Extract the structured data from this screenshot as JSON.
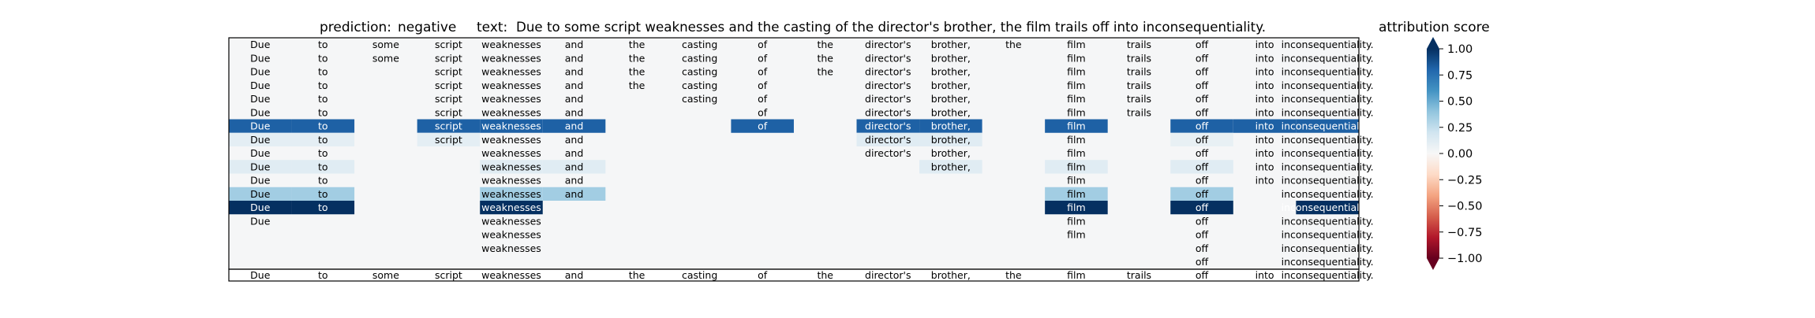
{
  "header": {
    "prediction_label": "prediction:",
    "prediction_value": "negative",
    "text_label": "text:",
    "text_value": "Due to some script weaknesses and the casting of the director's brother, the film trails off into inconsequentiality."
  },
  "chart_data": {
    "type": "heatmap",
    "tokens": [
      "Due",
      "to",
      "some",
      "script",
      "weaknesses",
      "and",
      "the",
      "casting",
      "of",
      "the",
      "director's",
      "brother,",
      "the",
      "film",
      "trails",
      "off",
      "into",
      "inconsequentiality."
    ],
    "rows": [
      [
        "Due",
        "to",
        "some",
        "script",
        "weaknesses",
        "and",
        "the",
        "casting",
        "of",
        "the",
        "director's",
        "brother,",
        "the",
        "film",
        "trails",
        "off",
        "into",
        "inconsequentiality."
      ],
      [
        "Due",
        "to",
        "some",
        "script",
        "weaknesses",
        "and",
        "the",
        "casting",
        "of",
        "the",
        "director's",
        "brother,",
        "",
        "film",
        "trails",
        "off",
        "into",
        "inconsequentiality."
      ],
      [
        "Due",
        "to",
        "",
        "script",
        "weaknesses",
        "and",
        "the",
        "casting",
        "of",
        "the",
        "director's",
        "brother,",
        "",
        "film",
        "trails",
        "off",
        "into",
        "inconsequentiality."
      ],
      [
        "Due",
        "to",
        "",
        "script",
        "weaknesses",
        "and",
        "the",
        "casting",
        "of",
        "",
        "director's",
        "brother,",
        "",
        "film",
        "trails",
        "off",
        "into",
        "inconsequentiality."
      ],
      [
        "Due",
        "to",
        "",
        "script",
        "weaknesses",
        "and",
        "",
        "casting",
        "of",
        "",
        "director's",
        "brother,",
        "",
        "film",
        "trails",
        "off",
        "into",
        "inconsequentiality."
      ],
      [
        "Due",
        "to",
        "",
        "script",
        "weaknesses",
        "and",
        "",
        "",
        "of",
        "",
        "director's",
        "brother,",
        "",
        "film",
        "trails",
        "off",
        "into",
        "inconsequentiality."
      ],
      [
        "Due",
        "to",
        "",
        "script",
        "weaknesses",
        "and",
        "",
        "",
        "of",
        "",
        "director's",
        "brother,",
        "",
        "film",
        "",
        "off",
        "into",
        "inconsequentiality."
      ],
      [
        "Due",
        "to",
        "",
        "script",
        "weaknesses",
        "and",
        "",
        "",
        "",
        "",
        "director's",
        "brother,",
        "",
        "film",
        "",
        "off",
        "into",
        "inconsequentiality."
      ],
      [
        "Due",
        "to",
        "",
        "",
        "weaknesses",
        "and",
        "",
        "",
        "",
        "",
        "director's",
        "brother,",
        "",
        "film",
        "",
        "off",
        "into",
        "inconsequentiality."
      ],
      [
        "Due",
        "to",
        "",
        "",
        "weaknesses",
        "and",
        "",
        "",
        "",
        "",
        "",
        "brother,",
        "",
        "film",
        "",
        "off",
        "into",
        "inconsequentiality."
      ],
      [
        "Due",
        "to",
        "",
        "",
        "weaknesses",
        "and",
        "",
        "",
        "",
        "",
        "",
        "",
        "",
        "film",
        "",
        "off",
        "into",
        "inconsequentiality."
      ],
      [
        "Due",
        "to",
        "",
        "",
        "weaknesses",
        "and",
        "",
        "",
        "",
        "",
        "",
        "",
        "",
        "film",
        "",
        "off",
        "",
        "inconsequentiality."
      ],
      [
        "Due",
        "to",
        "",
        "",
        "weaknesses",
        "",
        "",
        "",
        "",
        "",
        "",
        "",
        "",
        "film",
        "",
        "off",
        "",
        "inconsequentiality."
      ],
      [
        "Due",
        "",
        "",
        "",
        "weaknesses",
        "",
        "",
        "",
        "",
        "",
        "",
        "",
        "",
        "film",
        "",
        "off",
        "",
        "inconsequentiality."
      ],
      [
        "",
        "",
        "",
        "",
        "weaknesses",
        "",
        "",
        "",
        "",
        "",
        "",
        "",
        "",
        "film",
        "",
        "off",
        "",
        "inconsequentiality."
      ],
      [
        "",
        "",
        "",
        "",
        "weaknesses",
        "",
        "",
        "",
        "",
        "",
        "",
        "",
        "",
        "",
        "",
        "off",
        "",
        "inconsequentiality."
      ],
      [
        "",
        "",
        "",
        "",
        "",
        "",
        "",
        "",
        "",
        "",
        "",
        "",
        "",
        "",
        "",
        "off",
        "",
        "inconsequentiality."
      ]
    ],
    "scores": [
      [
        0.02,
        0.02,
        0.0,
        0.02,
        0.03,
        0.02,
        0.02,
        0.02,
        0.02,
        0.02,
        0.02,
        0.02,
        0.0,
        0.02,
        0.02,
        0.03,
        0.02,
        0.03
      ],
      [
        0.02,
        0.02,
        0.0,
        0.02,
        0.03,
        0.02,
        0.02,
        0.02,
        0.02,
        0.02,
        0.02,
        0.02,
        0.0,
        0.02,
        0.02,
        0.03,
        0.02,
        0.03
      ],
      [
        0.02,
        0.02,
        0.0,
        0.02,
        0.03,
        0.02,
        0.02,
        0.02,
        0.02,
        0.02,
        0.02,
        0.02,
        0.0,
        0.02,
        0.02,
        0.03,
        0.02,
        0.03
      ],
      [
        0.02,
        0.02,
        0.0,
        0.02,
        0.03,
        0.02,
        0.02,
        0.02,
        0.02,
        0.0,
        0.02,
        0.02,
        0.0,
        0.02,
        0.02,
        0.03,
        0.02,
        0.03
      ],
      [
        0.02,
        0.02,
        0.0,
        0.02,
        0.03,
        0.02,
        0.0,
        0.02,
        0.02,
        0.0,
        0.02,
        0.02,
        0.0,
        0.02,
        0.02,
        0.03,
        0.02,
        0.03
      ],
      [
        0.02,
        0.02,
        0.0,
        0.02,
        0.03,
        0.02,
        0.0,
        0.0,
        0.02,
        0.0,
        0.02,
        0.02,
        0.0,
        0.02,
        0.02,
        0.03,
        0.02,
        0.03
      ],
      [
        0.82,
        0.82,
        0.0,
        0.82,
        0.82,
        0.82,
        0.0,
        0.0,
        0.82,
        0.0,
        0.82,
        0.82,
        0.0,
        0.82,
        0.0,
        0.82,
        0.82,
        0.82
      ],
      [
        0.1,
        0.1,
        0.0,
        0.1,
        0.03,
        0.02,
        0.0,
        0.0,
        0.0,
        0.0,
        0.12,
        0.12,
        0.0,
        0.03,
        0.0,
        0.08,
        0.02,
        0.03
      ],
      [
        0.02,
        0.02,
        0.0,
        0.0,
        0.03,
        0.02,
        0.0,
        0.0,
        0.0,
        0.0,
        0.02,
        0.02,
        0.0,
        0.03,
        0.0,
        0.03,
        0.02,
        0.03
      ],
      [
        0.12,
        0.12,
        0.0,
        0.0,
        0.12,
        0.12,
        0.0,
        0.0,
        0.0,
        0.0,
        0.0,
        0.12,
        0.0,
        0.12,
        0.0,
        0.12,
        0.02,
        0.03
      ],
      [
        0.02,
        0.02,
        0.0,
        0.0,
        0.03,
        0.02,
        0.0,
        0.0,
        0.0,
        0.0,
        0.0,
        0.0,
        0.0,
        0.03,
        0.0,
        0.03,
        0.02,
        0.03
      ],
      [
        0.35,
        0.35,
        0.0,
        0.0,
        0.35,
        0.35,
        0.0,
        0.0,
        0.0,
        0.0,
        0.0,
        0.0,
        0.0,
        0.35,
        0.0,
        0.35,
        0.0,
        0.03
      ],
      [
        1.0,
        1.0,
        0.0,
        0.0,
        1.0,
        0.0,
        0.0,
        0.0,
        0.0,
        0.0,
        0.0,
        0.0,
        0.0,
        1.0,
        0.0,
        1.0,
        0.0,
        1.0
      ],
      [
        0.02,
        0.0,
        0.0,
        0.0,
        0.02,
        0.0,
        0.0,
        0.0,
        0.0,
        0.0,
        0.0,
        0.0,
        0.0,
        0.02,
        0.0,
        0.02,
        0.0,
        0.02
      ],
      [
        0.0,
        0.0,
        0.0,
        0.0,
        0.02,
        0.0,
        0.0,
        0.0,
        0.0,
        0.0,
        0.0,
        0.0,
        0.0,
        0.02,
        0.0,
        0.02,
        0.0,
        0.02
      ],
      [
        0.0,
        0.0,
        0.0,
        0.0,
        0.02,
        0.0,
        0.0,
        0.0,
        0.0,
        0.0,
        0.0,
        0.0,
        0.0,
        0.0,
        0.0,
        0.02,
        0.0,
        0.02
      ],
      [
        0.0,
        0.0,
        0.0,
        0.0,
        0.0,
        0.0,
        0.0,
        0.0,
        0.0,
        0.0,
        0.0,
        0.0,
        0.0,
        0.0,
        0.0,
        0.02,
        0.0,
        0.02
      ]
    ],
    "colorbar": {
      "title": "attribution score",
      "vmin": -1.0,
      "vmax": 1.0,
      "ticks": [
        1.0,
        0.75,
        0.5,
        0.25,
        0.0,
        -0.25,
        -0.5,
        -0.75,
        -1.0
      ],
      "tick_labels": [
        "1.00",
        "0.75",
        "0.50",
        "0.25",
        "0.00",
        "−0.25",
        "−0.50",
        "−0.75",
        "−1.00"
      ],
      "colormap": "RdBu",
      "extend": "both"
    },
    "colors": {
      "positive_max": "#053061",
      "positive_mid": "#2166ac",
      "neutral": "#f7f7f7",
      "negative_mid": "#d6604d",
      "negative_max": "#67001f"
    }
  }
}
